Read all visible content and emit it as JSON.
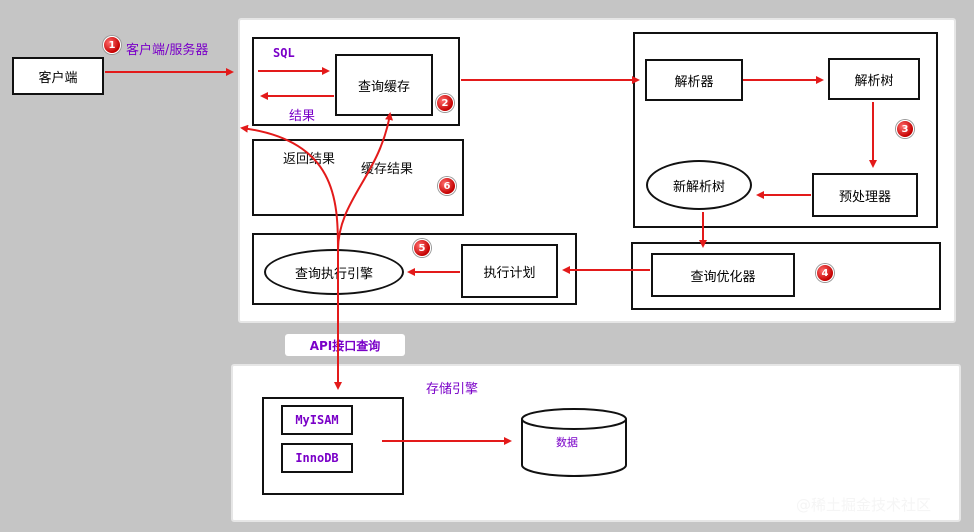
{
  "client": {
    "label": "客户端"
  },
  "client_server": {
    "label": "客户端/服务器"
  },
  "cache": {
    "sql": "SQL",
    "query_cache": "查询缓存",
    "result": "结果"
  },
  "return_results": {
    "label": "返回结果",
    "cache_result": "缓存结果"
  },
  "parser": {
    "parser": "解析器",
    "parse_tree": "解析树",
    "preprocessor": "预处理器",
    "new_parse_tree": "新解析树"
  },
  "optimizer": {
    "label": "查询优化器"
  },
  "execution": {
    "plan": "执行计划",
    "engine": "查询执行引擎"
  },
  "api": {
    "label": "API接口查询"
  },
  "storage": {
    "title": "存储引擎",
    "myisam": "MyISAM",
    "innodb": "InnoDB",
    "data": "数据"
  },
  "badges": [
    "1",
    "2",
    "3",
    "4",
    "5",
    "6"
  ],
  "watermark": "@稀土掘金技术社区",
  "colors": {
    "arrow": "#e31a1a",
    "accent_text": "#7a00c8",
    "badge": "#d40000"
  }
}
